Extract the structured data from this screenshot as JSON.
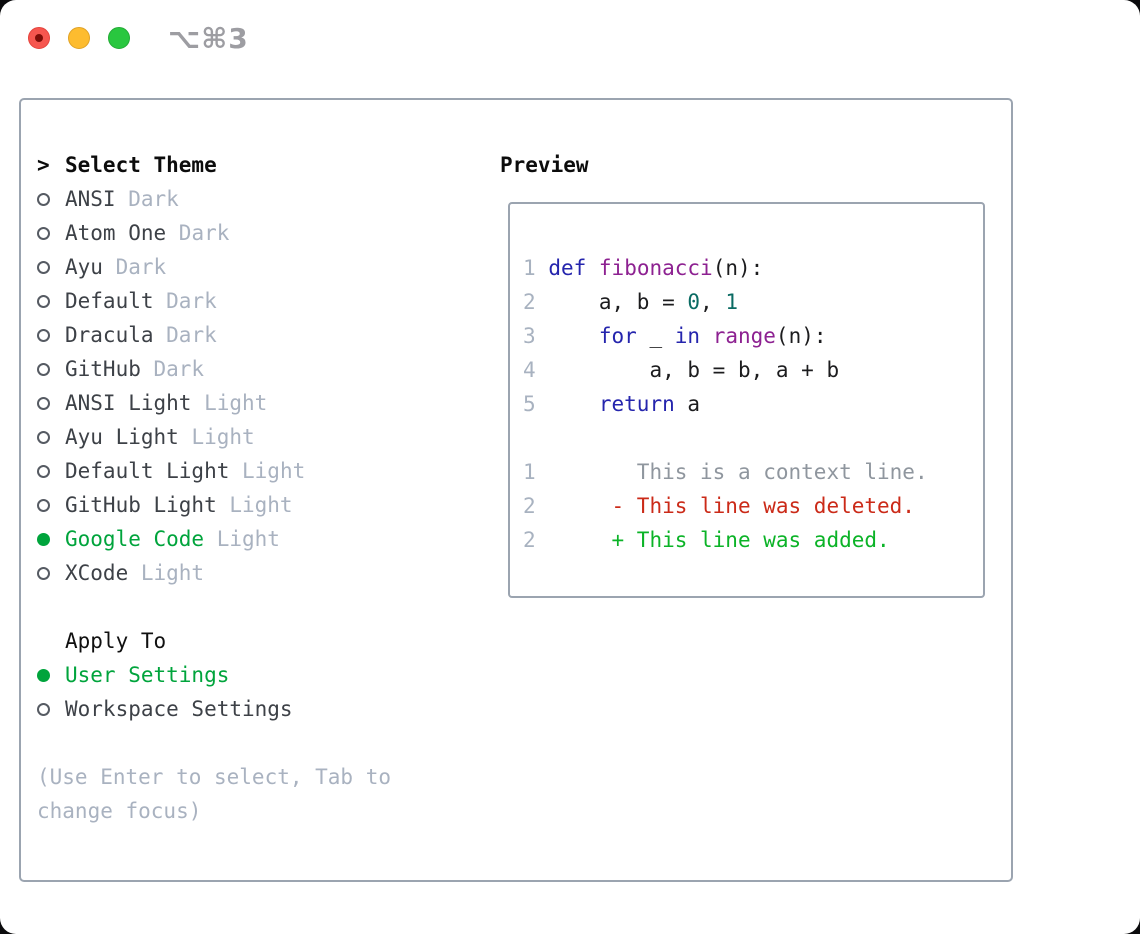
{
  "titlebar": {
    "title": "⌥⌘3",
    "buttons": [
      "close",
      "minimize",
      "zoom"
    ]
  },
  "theme_list": {
    "header_marker": ">",
    "header": "Select Theme",
    "items": [
      {
        "name": "ANSI",
        "variant": "Dark",
        "selected": false
      },
      {
        "name": "Atom One",
        "variant": "Dark",
        "selected": false
      },
      {
        "name": "Ayu",
        "variant": "Dark",
        "selected": false
      },
      {
        "name": "Default",
        "variant": "Dark",
        "selected": false
      },
      {
        "name": "Dracula",
        "variant": "Dark",
        "selected": false
      },
      {
        "name": "GitHub",
        "variant": "Dark",
        "selected": false
      },
      {
        "name": "ANSI Light",
        "variant": "Light",
        "selected": false
      },
      {
        "name": "Ayu Light",
        "variant": "Light",
        "selected": false
      },
      {
        "name": "Default Light",
        "variant": "Light",
        "selected": false
      },
      {
        "name": "GitHub Light",
        "variant": "Light",
        "selected": false
      },
      {
        "name": "Google Code",
        "variant": "Light",
        "selected": true
      },
      {
        "name": "XCode",
        "variant": "Light",
        "selected": false
      }
    ]
  },
  "apply_to": {
    "header": "Apply To",
    "options": [
      {
        "name": "User Settings",
        "selected": true
      },
      {
        "name": "Workspace Settings",
        "selected": false
      }
    ]
  },
  "help_text": "(Use Enter to select, Tab to change focus)",
  "preview": {
    "header": "Preview",
    "code_lines": [
      [
        [
          "num",
          "1"
        ],
        [
          "pl",
          " "
        ],
        [
          "kw",
          "def"
        ],
        [
          "pl",
          " "
        ],
        [
          "fn",
          "fibonacci"
        ],
        [
          "pl",
          "(n):"
        ]
      ],
      [
        [
          "num",
          "2"
        ],
        [
          "pl",
          "     a, b = "
        ],
        [
          "lit",
          "0"
        ],
        [
          "pl",
          ", "
        ],
        [
          "lit",
          "1"
        ]
      ],
      [
        [
          "num",
          "3"
        ],
        [
          "pl",
          "     "
        ],
        [
          "kw",
          "for"
        ],
        [
          "pl",
          " _ "
        ],
        [
          "kw",
          "in"
        ],
        [
          "pl",
          " "
        ],
        [
          "fn",
          "range"
        ],
        [
          "pl",
          "(n):"
        ]
      ],
      [
        [
          "num",
          "4"
        ],
        [
          "pl",
          "         a, b = b, a + b"
        ]
      ],
      [
        [
          "num",
          "5"
        ],
        [
          "pl",
          "     "
        ],
        [
          "kw",
          "return"
        ],
        [
          "pl",
          " a"
        ]
      ],
      [],
      [
        [
          "num",
          "1"
        ],
        [
          "ctx",
          "        This is a context line."
        ]
      ],
      [
        [
          "num",
          "2"
        ],
        [
          "del",
          "      - This line was deleted."
        ]
      ],
      [
        [
          "num",
          "2"
        ],
        [
          "add",
          "      + This line was added."
        ]
      ]
    ]
  },
  "colors": {
    "accent_green": "#00a43c",
    "muted_gray": "#a9b2c0",
    "border_gray": "#9ba4b0",
    "keyword_blue": "#2525ad",
    "function_purple": "#8d2191",
    "literal_teal": "#0a6b63",
    "diff_deleted_red": "#cb2a18",
    "diff_added_green": "#0bb327"
  }
}
